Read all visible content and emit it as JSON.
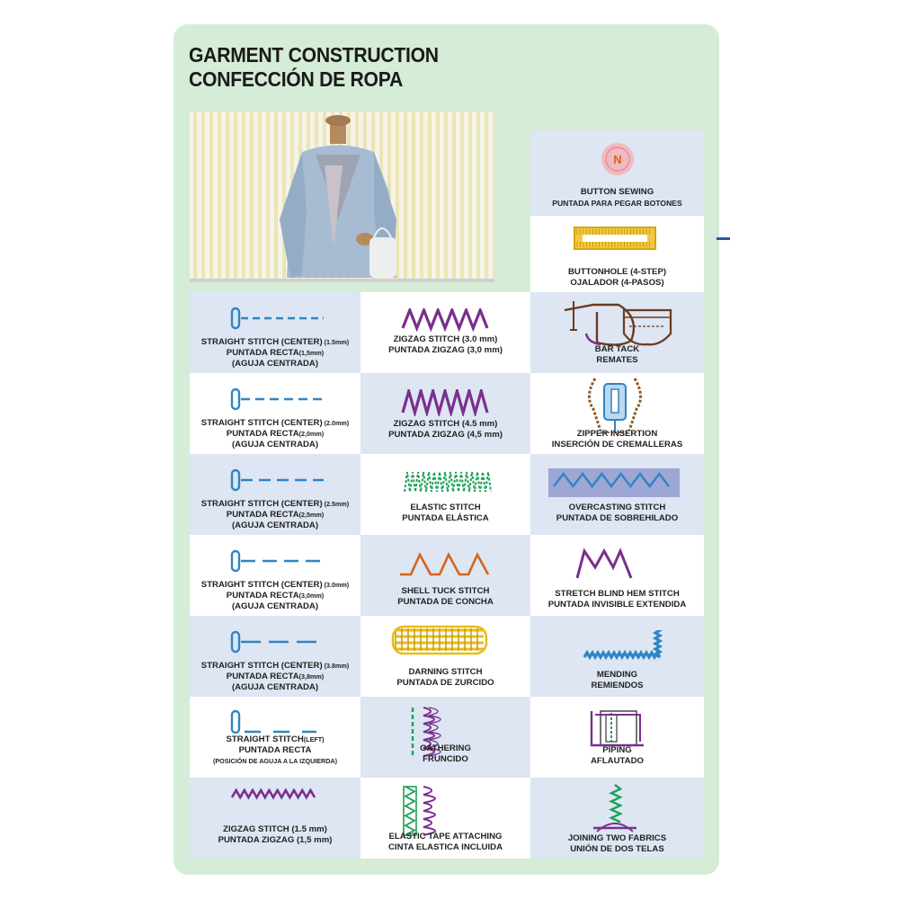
{
  "title": {
    "line1": "GARMENT CONSTRUCTION",
    "line2": "CONFECCIÓN DE ROPA"
  },
  "colors": {
    "card_background": "#d5ecd6",
    "cell_blue": "#dde6f2",
    "cell_white": "#ffffff",
    "stitch_blue": "#2f85c4",
    "stitch_purple": "#7a2f8d",
    "stitch_green": "#1fa05a",
    "stitch_orange": "#d4651c",
    "stitch_yellow": "#e8bc1a"
  },
  "photo": {
    "icon": "mannequin-photo"
  },
  "right_top": [
    {
      "icon": "button-icon",
      "button_letter": "N",
      "line1": "BUTTON SEWING",
      "line2": "PUNTADA PARA PEGAR BOTONES"
    },
    {
      "icon": "buttonhole-icon",
      "line1": "BUTTONHOLE (4-STEP)",
      "line2": "OJALADOR (4-PASOS)"
    }
  ],
  "col1": [
    {
      "icon": "straight-stitch-icon",
      "line1": "STRAIGHT STITCH (CENTER)",
      "line1_small": " (1.5mm)",
      "line2": "PUNTADA RECTA",
      "line2_small": "(1,5mm)",
      "line3": "(AGUJA CENTRADA)"
    },
    {
      "icon": "straight-stitch-icon",
      "line1": "STRAIGHT STITCH (CENTER)",
      "line1_small": " (2.0mm)",
      "line2": "PUNTADA RECTA",
      "line2_small": "(2,0mm)",
      "line3": "(AGUJA CENTRADA)"
    },
    {
      "icon": "straight-stitch-icon",
      "line1": "STRAIGHT STITCH (CENTER)",
      "line1_small": " (2.5mm)",
      "line2": "PUNTADA RECTA",
      "line2_small": "(2,5mm)",
      "line3": "(AGUJA CENTRADA)"
    },
    {
      "icon": "straight-stitch-icon",
      "line1": "STRAIGHT STITCH (CENTER)",
      "line1_small": " (3.0mm)",
      "line2": "PUNTADA RECTA",
      "line2_small": "(3,0mm)",
      "line3": "(AGUJA CENTRADA)"
    },
    {
      "icon": "straight-stitch-icon",
      "line1": "STRAIGHT STITCH (CENTER)",
      "line1_small": " (3.8mm)",
      "line2": "PUNTADA RECTA",
      "line2_small": "(3,8mm)",
      "line3": "(AGUJA CENTRADA)"
    },
    {
      "icon": "straight-stitch-left-icon",
      "line1": "STRAIGHT STITCH",
      "line1_small": "(LEFT)",
      "line2": "PUNTADA RECTA",
      "line2_small": "",
      "line3": "",
      "line3_small": "(POSICIÓN DE AGUJA A LA IZQUIERDA)"
    },
    {
      "icon": "zigzag-stitch-icon",
      "line1": "ZIGZAG STITCH (1.5 mm)",
      "line1_small": "",
      "line2": "PUNTADA ZIGZAG (1,5 mm)",
      "line2_small": "",
      "line3": ""
    }
  ],
  "col2": [
    {
      "icon": "zigzag-stitch-icon",
      "line1": "ZIGZAG STITCH (3.0 mm)",
      "line2": "PUNTADA ZIGZAG (3,0 mm)"
    },
    {
      "icon": "zigzag-stitch-icon",
      "line1": "ZIGZAG STITCH (4.5 mm)",
      "line2": "PUNTADA ZIGZAG (4,5 mm)"
    },
    {
      "icon": "elastic-stitch-icon",
      "line1": "ELASTIC STITCH",
      "line2": "PUNTADA ELÁSTICA"
    },
    {
      "icon": "shell-tuck-stitch-icon",
      "line1": "SHELL TUCK STITCH",
      "line2": "PUNTADA DE CONCHA"
    },
    {
      "icon": "darning-stitch-icon",
      "line1": "DARNING STITCH",
      "line2": "PUNTADA DE ZURCIDO"
    },
    {
      "icon": "gathering-icon",
      "line1": "GATHERING",
      "line2": "FRUNCIDO"
    },
    {
      "icon": "elastic-tape-icon",
      "line1": "ELASTIC TAPE ATTACHING",
      "line2": "CINTA ELASTICA INCLUIDA"
    }
  ],
  "col3": [
    {
      "icon": "bar-tack-icon",
      "line1": "BAR TACK",
      "line2": "REMATES"
    },
    {
      "icon": "zipper-insertion-icon",
      "line1": "ZIPPER INSERTION",
      "line2": "INSERCIÓN DE CREMALLERAS"
    },
    {
      "icon": "overcasting-stitch-icon",
      "line1": "OVERCASTING STITCH",
      "line2": "PUNTADA DE SOBREHILADO"
    },
    {
      "icon": "stretch-blind-hem-icon",
      "line1": "STRETCH BLIND HEM STITCH",
      "line2": "PUNTADA INVISIBLE EXTENDIDA"
    },
    {
      "icon": "mending-icon",
      "line1": "MENDING",
      "line2": "REMIENDOS"
    },
    {
      "icon": "piping-icon",
      "line1": "PIPING",
      "line2": "AFLAUTADO"
    },
    {
      "icon": "joining-fabrics-icon",
      "line1": "JOINING TWO FABRICS",
      "line2": "UNIÓN DE DOS TELAS"
    }
  ]
}
